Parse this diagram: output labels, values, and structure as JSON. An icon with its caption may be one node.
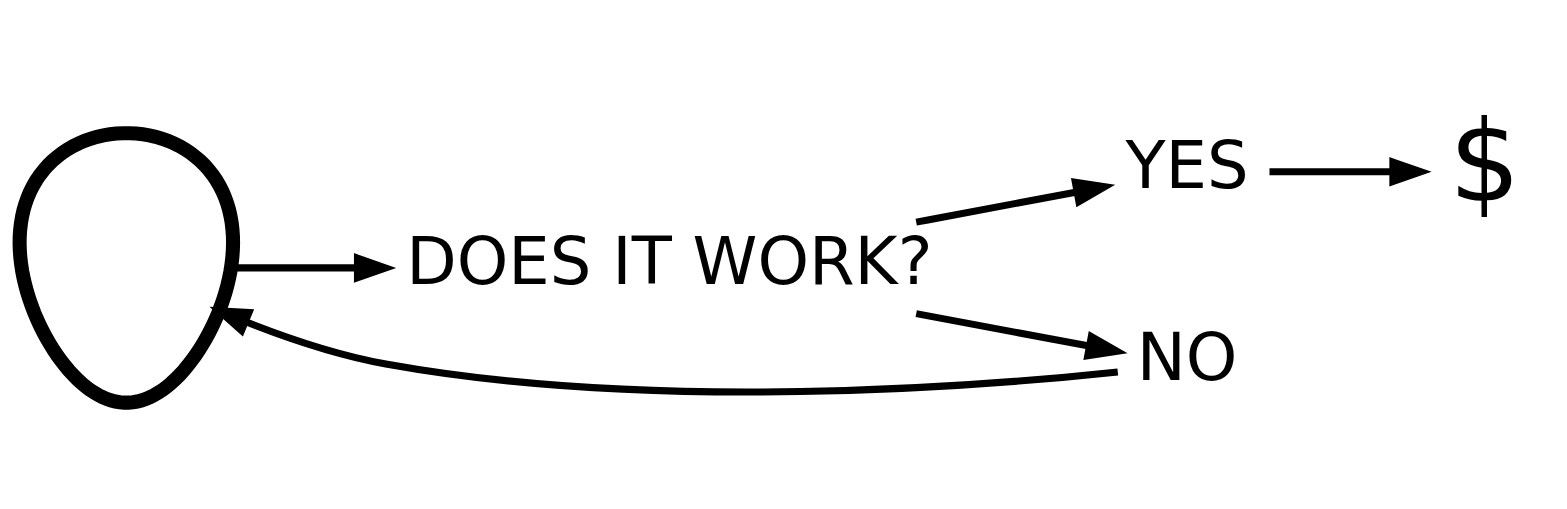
{
  "diagram": {
    "nodes": [
      {
        "text": [],
        "shape": "picture"
      },
      {
        "text": [
          "DOES IT WORK?"
        ]
      },
      {
        "text": [
          "YES"
        ]
      },
      {
        "text": [
          "$"
        ]
      },
      {
        "text": [
          "NO"
        ]
      }
    ],
    "edges": [
      {
        "from": 0,
        "to": 1,
        "arrow": "to"
      },
      {
        "from": 1,
        "to": 2,
        "arrow": "to"
      },
      {
        "from": 2,
        "to": 3,
        "arrow": "to"
      },
      {
        "from": 1,
        "to": 4,
        "arrow": "to"
      },
      {
        "from": 4,
        "to": 0,
        "arrow": "to"
      }
    ]
  }
}
